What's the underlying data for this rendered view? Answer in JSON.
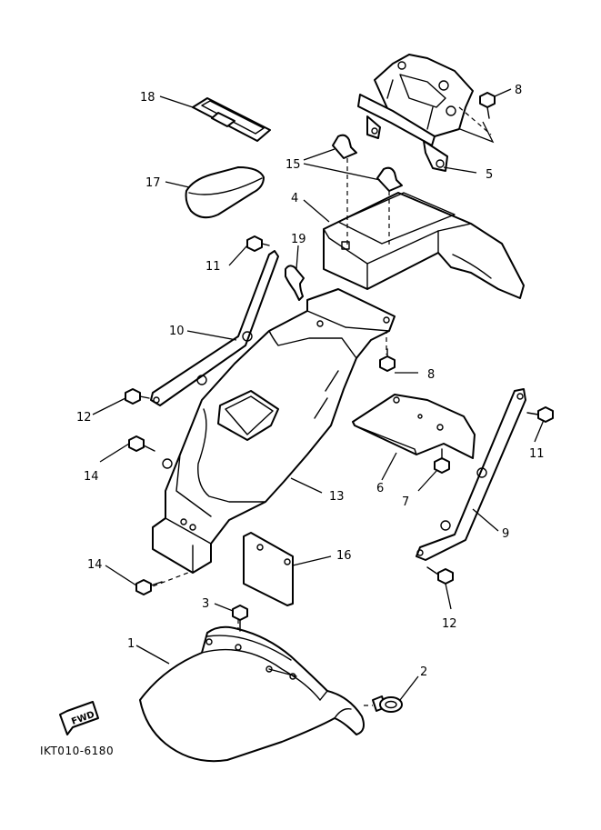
{
  "diagram_code": "IKT010-6180",
  "fwd_label": "FWD",
  "callouts": {
    "c1": "1",
    "c2": "2",
    "c3": "3",
    "c4": "4",
    "c5": "5",
    "c6": "6",
    "c7": "7",
    "c8a": "8",
    "c8b": "8",
    "c9": "9",
    "c10": "10",
    "c11a": "11",
    "c11b": "11",
    "c12a": "12",
    "c12b": "12",
    "c13": "13",
    "c14a": "14",
    "c14b": "14",
    "c15": "15",
    "c16": "16",
    "c17": "17",
    "c18": "18",
    "c19": "19"
  }
}
